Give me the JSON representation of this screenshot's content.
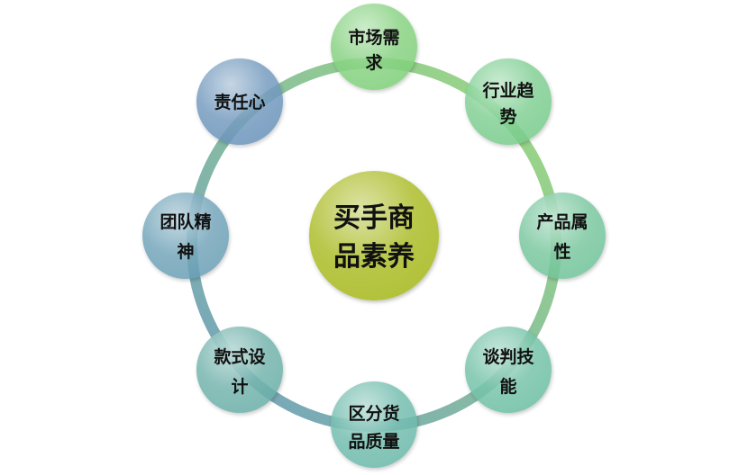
{
  "center": {
    "line1": "买手商",
    "line2": "品素养",
    "color": "#b3c23a"
  },
  "colors": {
    "ring_start": "#8ed66a",
    "ring_end": "#5a8fb5"
  },
  "nodes": [
    {
      "id": "market-demand",
      "line1": "市场需",
      "line2": "求",
      "color": "#7fd07a"
    },
    {
      "id": "industry-trend",
      "line1": "行业趋",
      "line2": "势",
      "color": "#78cc8c"
    },
    {
      "id": "product-attribute",
      "line1": "产品属",
      "line2": "性",
      "color": "#72c49a"
    },
    {
      "id": "negotiation-skill",
      "line1": "谈判技",
      "line2": "能",
      "color": "#6dbfa4"
    },
    {
      "id": "goods-quality",
      "line1": "区分货",
      "line2": "品质量",
      "color": "#6ab9aa"
    },
    {
      "id": "style-design",
      "line1": "款式设",
      "line2": "计",
      "color": "#6aafa8"
    },
    {
      "id": "team-spirit",
      "line1": "团队精",
      "line2": "神",
      "color": "#6b9fb6"
    },
    {
      "id": "responsibility",
      "line1": "责任心",
      "line2": "",
      "color": "#6b93ba"
    }
  ]
}
